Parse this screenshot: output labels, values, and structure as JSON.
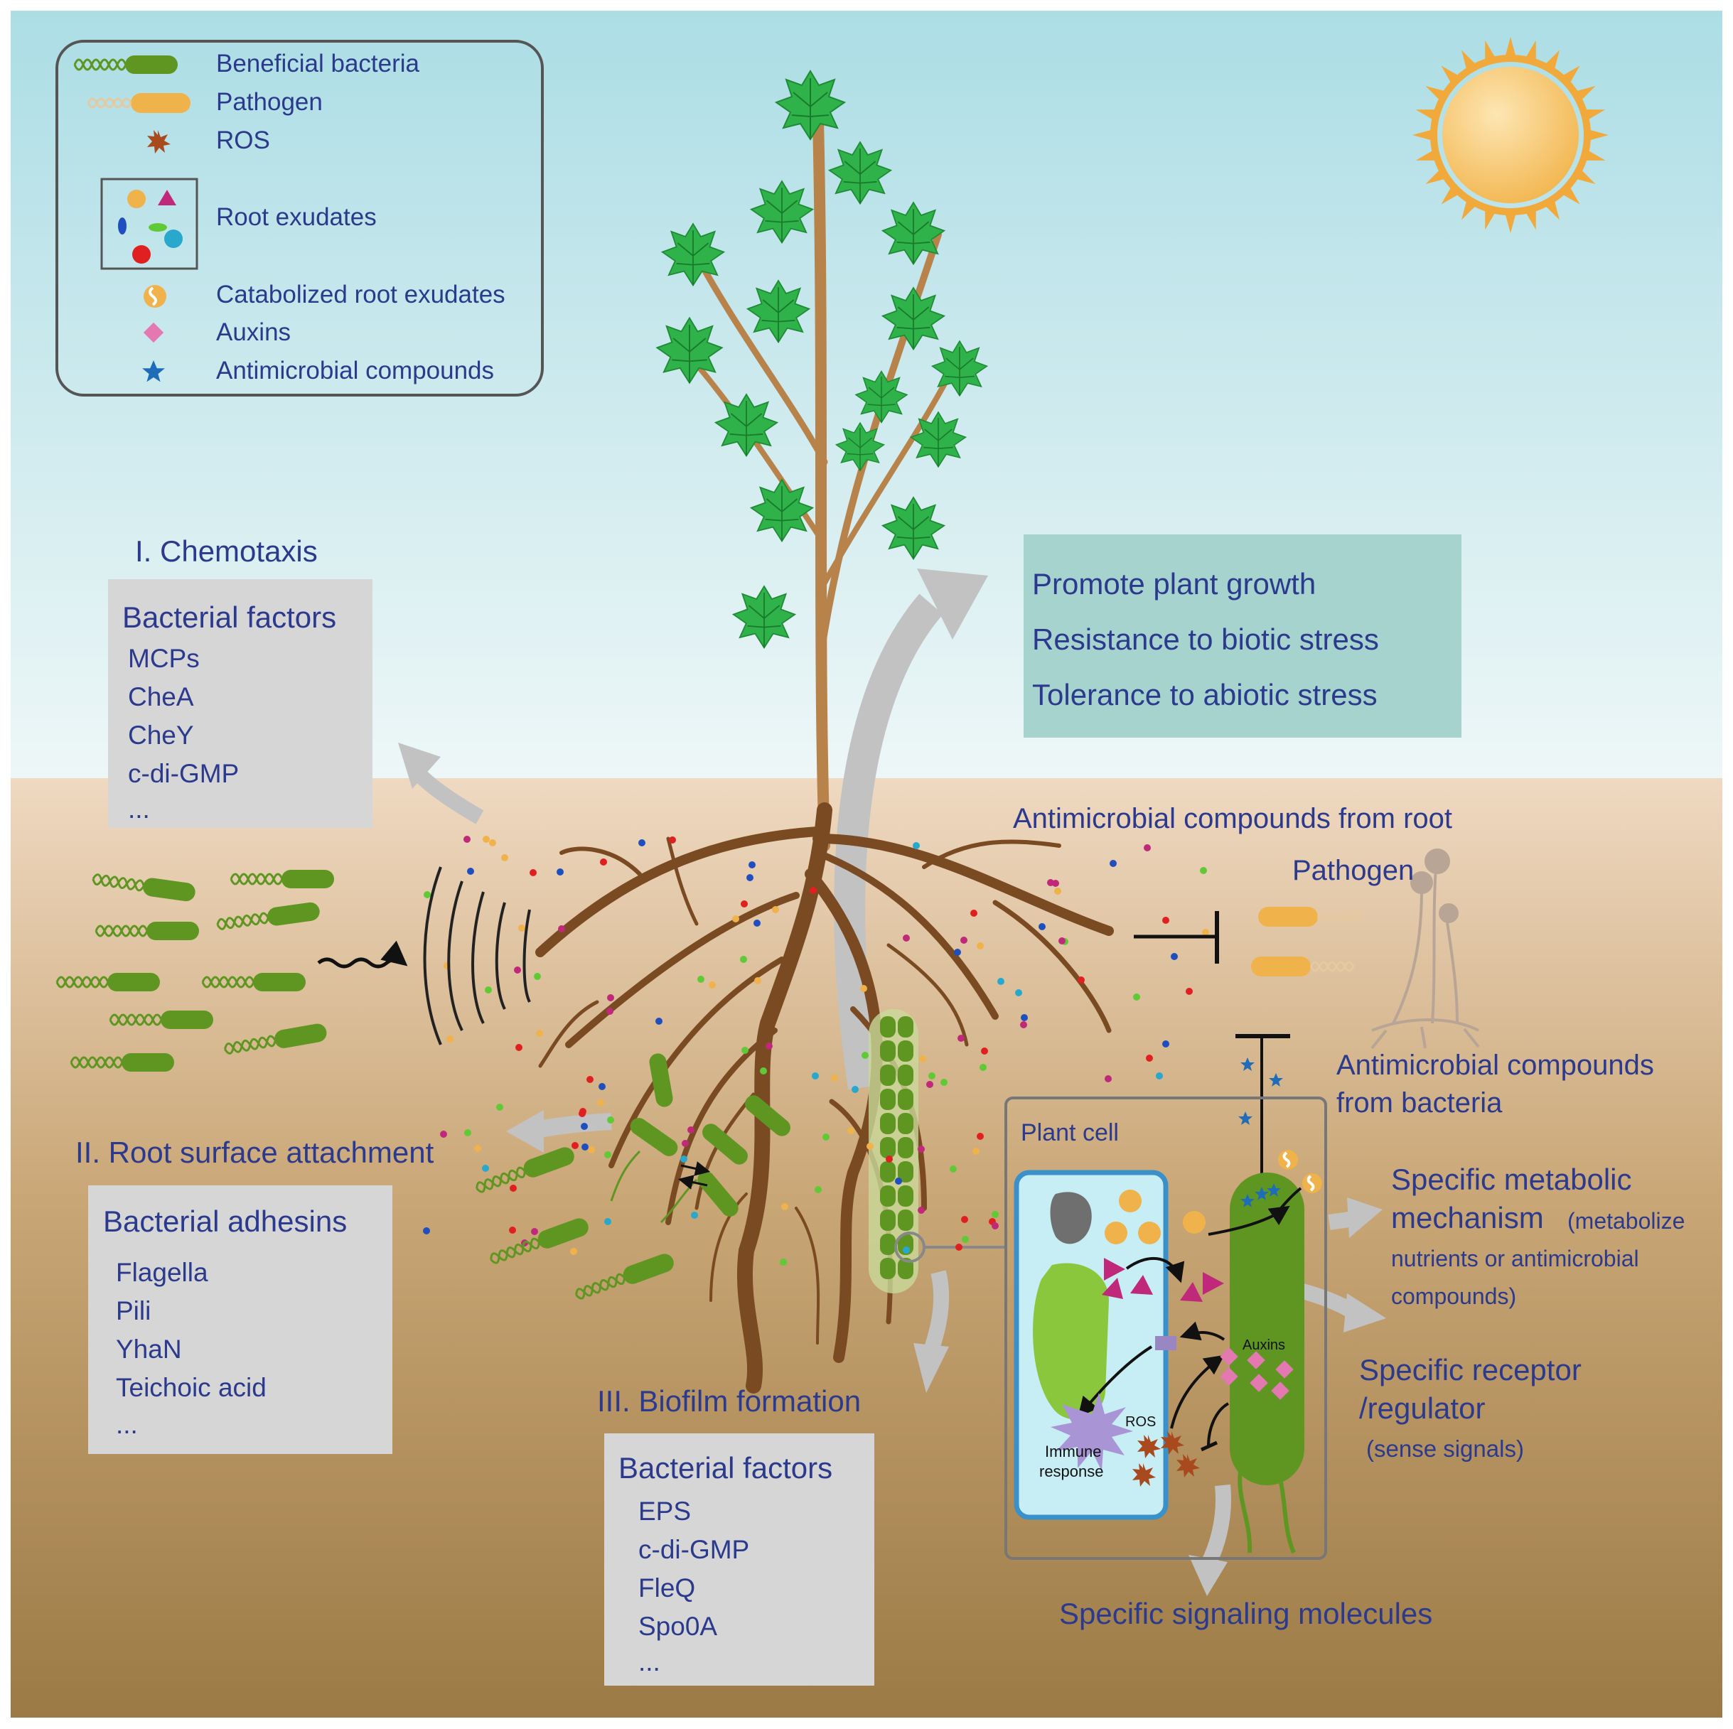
{
  "legend": {
    "items": [
      {
        "key": "beneficial",
        "label": "Beneficial bacteria",
        "icon": "beneficial-bacteria-icon"
      },
      {
        "key": "pathogen",
        "label": "Pathogen",
        "icon": "pathogen-icon"
      },
      {
        "key": "ros",
        "label": "ROS",
        "icon": "ros-icon"
      },
      {
        "key": "exudates",
        "label": "Root exudates",
        "icon": "root-exudates-icon"
      },
      {
        "key": "catabolized",
        "label": "Catabolized root exudates",
        "icon": "catabolized-exudates-icon"
      },
      {
        "key": "auxins",
        "label": "Auxins",
        "icon": "auxin-icon"
      },
      {
        "key": "antimicrobial",
        "label": "Antimicrobial compounds",
        "icon": "antimicrobial-star-icon"
      }
    ]
  },
  "outcomes": {
    "lines": [
      "Promote plant growth",
      "Resistance to biotic stress",
      "Tolerance to abiotic stress"
    ]
  },
  "chemotaxis": {
    "title": "I. Chemotaxis",
    "box_title": "Bacterial factors",
    "items": [
      "MCPs",
      "CheA",
      "CheY",
      "c-di-GMP",
      "..."
    ]
  },
  "attachment": {
    "title": "II. Root surface attachment",
    "box_title": "Bacterial adhesins",
    "items": [
      "Flagella",
      "Pili",
      "YhaN",
      "Teichoic acid",
      "..."
    ]
  },
  "biofilm": {
    "title": "III. Biofilm formation",
    "box_title": "Bacterial factors",
    "items": [
      "EPS",
      "c-di-GMP",
      "FleQ",
      "Spo0A",
      "..."
    ]
  },
  "labels": {
    "antimicrobial_root": "Antimicrobial compounds from root",
    "pathogen": "Pathogen",
    "antimicrobial_bacteria_1": "Antimicrobial compounds",
    "antimicrobial_bacteria_2": "from bacteria",
    "plant_cell": "Plant cell",
    "metabolic_1": "Specific metabolic",
    "metabolic_2": "mechanism",
    "metabolic_paren": "(metabolize",
    "metabolic_3": "nutrients or antimicrobial",
    "metabolic_4": "compounds)",
    "receptor_1": "Specific receptor",
    "receptor_2": "/regulator",
    "receptor_3": "(sense signals)",
    "signaling": "Specific signaling molecules",
    "auxins_cell": "Auxins",
    "ros_cell": "ROS",
    "immune_1": "Immune",
    "immune_2": "response"
  },
  "colors": {
    "text": "#2b3a8c",
    "sky_top": "#acdde5",
    "soil": "#c8a676",
    "leaf": "#2fb24a",
    "bacteria": "#5f9622",
    "pathogen": "#f0b24a",
    "ros": "#a84a1e",
    "auxin": "#e478b0",
    "antimicrobial": "#1f6db8",
    "arrow": "#c2c2c2"
  }
}
